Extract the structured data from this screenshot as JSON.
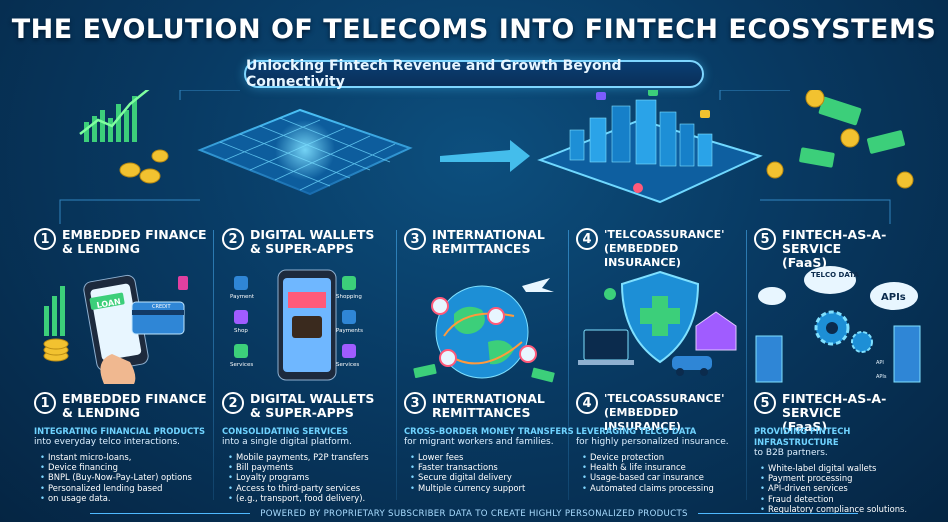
{
  "title": "THE EVOLUTION OF TELECOMS INTO FINTECH ECOSYSTEMS",
  "subtitle": "Unlocking Fintech Revenue and Growth Beyond Connectivity",
  "colors": {
    "accent": "#6fd3ff",
    "background": "#083a63",
    "gold": "#f2c230",
    "green": "#3ccf7a"
  },
  "illustration_labels": {
    "loan": "LOAN",
    "credit": "CREDIT",
    "app_payment": "Payment",
    "app_shopping": "Shopping",
    "app_shop": "Shop",
    "app_payments": "Payments",
    "app_services": "Services",
    "telco_data": "TELCO DATA",
    "apis": "APIs",
    "api_small_1": "API",
    "api_small_2": "APIs"
  },
  "columns": [
    {
      "num": "1",
      "title": "EMBEDDED FINANCE\n& LENDING",
      "sub_title": "EMBEDDED FINANCE\n& LENDING",
      "highlight": "INTEGRATING FINANCIAL PRODUCTS",
      "desc": "into everyday telco interactions.",
      "bullets": [
        "Instant micro-loans,",
        "Device financing",
        "BNPL (Buy-Now-Pay-Later) options",
        "Personalized lending based",
        "on usage data."
      ]
    },
    {
      "num": "2",
      "title": "DIGITAL WALLETS\n& SUPER-APPS",
      "sub_title": "DIGITAL WALLETS\n& SUPER-APPS",
      "highlight": "CONSOLIDATING SERVICES",
      "desc": "into a single digital platform.",
      "bullets": [
        "Mobile payments, P2P transfers",
        "Bill payments",
        "Loyalty programs",
        "Access to third-party services",
        "(e.g., transport, food delivery)."
      ]
    },
    {
      "num": "3",
      "title": "INTERNATIONAL\nREMITTANCES",
      "sub_title": "INTERNATIONAL\nREMITTANCES",
      "highlight": "CROSS-BORDER MONEY TRANSFERS",
      "desc": "for migrant workers and families.",
      "bullets": [
        "Lower fees",
        "Faster transactions",
        "Secure digital delivery",
        "Multiple currency support"
      ]
    },
    {
      "num": "4",
      "title": "'TELCOASSURANCE'\n(EMBEDDED INSURANCE)",
      "sub_title": "'TELCOASSURANCE'\n(EMBEDDED INSURANCE)",
      "highlight": "LEVERAGING TELCO DATA",
      "desc": "for highly personalized insurance.",
      "bullets": [
        "Device protection",
        "Health & life insurance",
        "Usage-based car insurance",
        "Automated claims processing"
      ]
    },
    {
      "num": "5",
      "title": "FINTECH-AS-A-SERVICE\n(FaaS)",
      "sub_title": "FINTECH-AS-A-SERVICE\n(FaaS)",
      "highlight": "PROVIDING FINTECH INFRASTRUCTURE",
      "desc": "to B2B partners.",
      "bullets": [
        "White-label digital wallets",
        "Payment processing",
        "API-driven services",
        "Fraud detection",
        "Regulatory compliance solutions."
      ]
    }
  ],
  "footer": "POWERED BY PROPRIETARY SUBSCRIBER DATA TO CREATE HIGHLY PERSONALIZED PRODUCTS"
}
